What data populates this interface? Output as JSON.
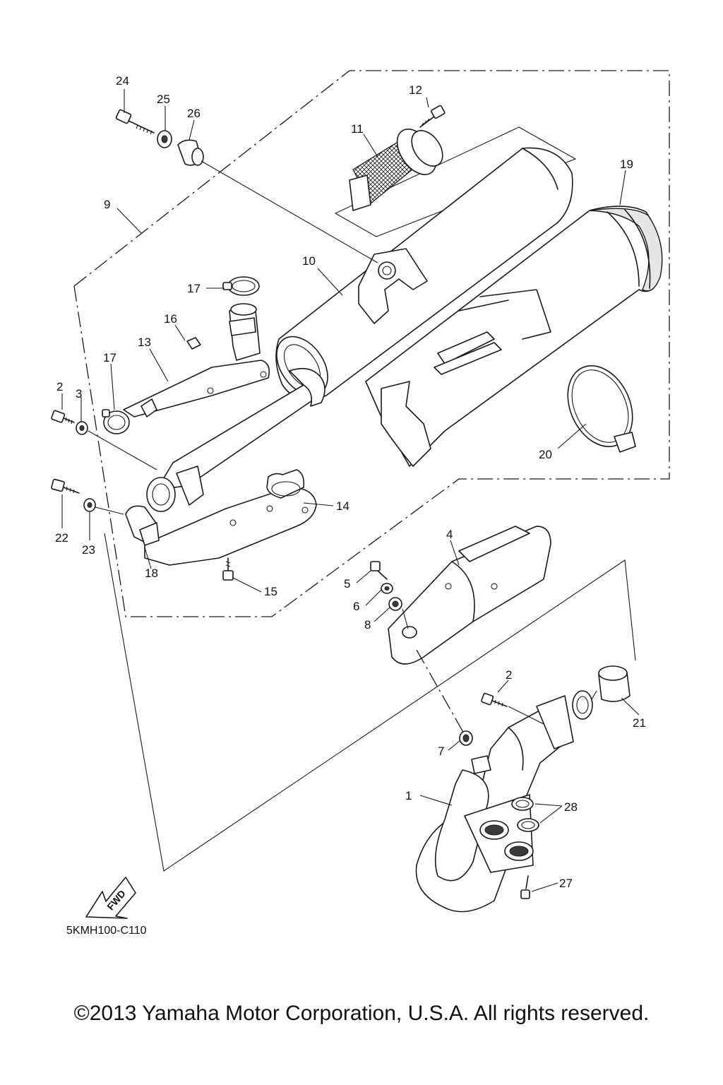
{
  "diagram": {
    "code": "5KMH100-C110",
    "fwd_label": "FWD",
    "callouts": [
      "24",
      "25",
      "26",
      "12",
      "11",
      "19",
      "9",
      "10",
      "17",
      "16",
      "13",
      "17",
      "2",
      "3",
      "22",
      "23",
      "18",
      "14",
      "15",
      "4",
      "5",
      "6",
      "8",
      "2",
      "21",
      "7",
      "1",
      "28",
      "27",
      "20"
    ]
  },
  "footer": {
    "copyright": "©2013 Yamaha Motor Corporation, U.S.A. All rights reserved."
  }
}
